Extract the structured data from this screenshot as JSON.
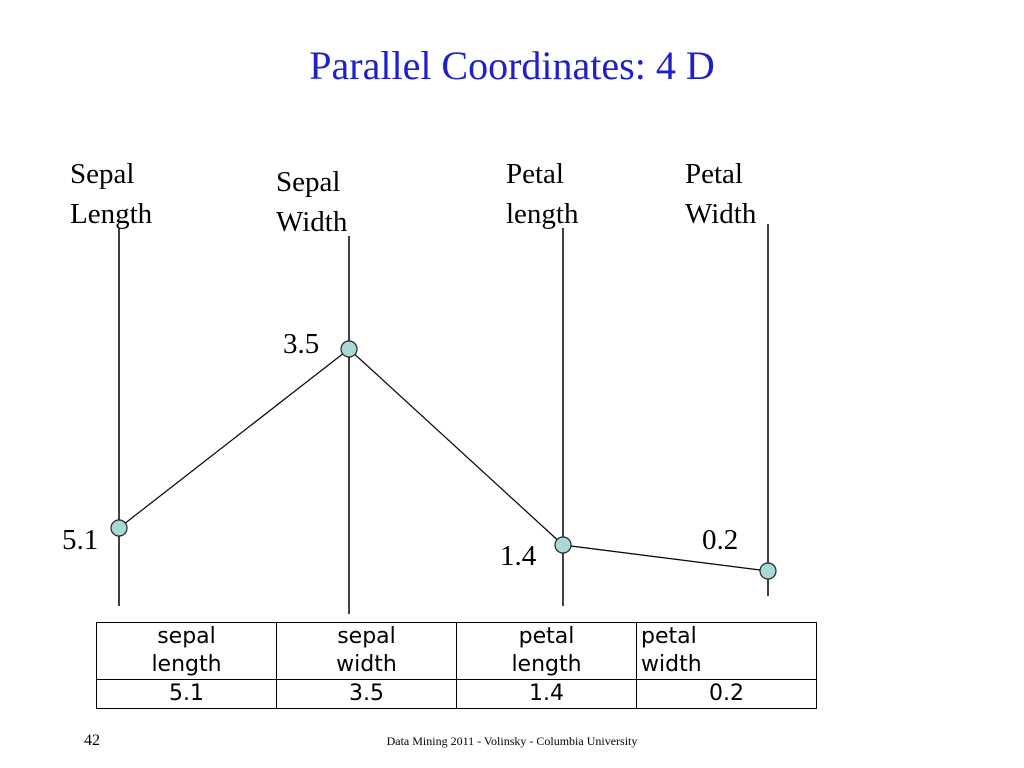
{
  "slide": {
    "title": "Parallel Coordinates: 4 D",
    "footer": "Data Mining 2011  - Volinsky - Columbia University",
    "page_number": "42"
  },
  "colors": {
    "title": "#1f1fcc",
    "marker_fill": "#a8d8d8",
    "line": "#000000"
  },
  "chart_data": {
    "type": "parallel-coordinates",
    "title": "Parallel Coordinates: 4 D",
    "axes": [
      {
        "label_lines": [
          "Sepal",
          "Length"
        ],
        "value": 5.1,
        "value_label": "5.1"
      },
      {
        "label_lines": [
          "Sepal",
          "Width"
        ],
        "value": 3.5,
        "value_label": "3.5"
      },
      {
        "label_lines": [
          "Petal",
          "length"
        ],
        "value": 1.4,
        "value_label": "1.4"
      },
      {
        "label_lines": [
          "Petal",
          "Width"
        ],
        "value": 0.2,
        "value_label": "0.2"
      }
    ],
    "table": {
      "headers": [
        [
          "sepal",
          "length"
        ],
        [
          "sepal",
          "width"
        ],
        [
          "petal",
          "length"
        ],
        [
          "petal",
          "width"
        ]
      ],
      "values": [
        "5.1",
        "3.5",
        "1.4",
        "0.2"
      ]
    }
  }
}
